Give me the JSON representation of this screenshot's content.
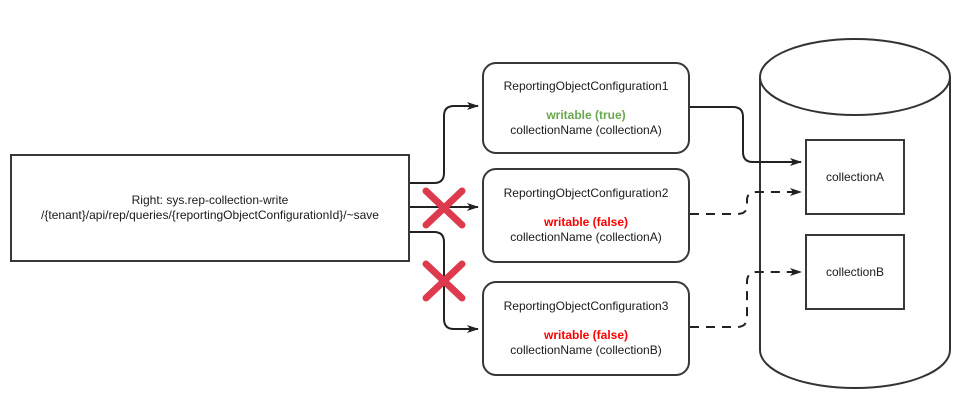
{
  "source_box": {
    "line1": "Right: sys.rep-collection-write",
    "line2": "/{tenant}/api/rep/queries/{reportingObjectConfigurationId}/~save"
  },
  "configs": [
    {
      "title": "ReportingObjectConfiguration1",
      "writable": "writable (true)",
      "collection": "collectionName (collectionA)"
    },
    {
      "title": "ReportingObjectConfiguration2",
      "writable": "writable (false)",
      "collection": "collectionName (collectionA)"
    },
    {
      "title": "ReportingObjectConfiguration3",
      "writable": "writable (false)",
      "collection": "collectionName (collectionB)"
    }
  ],
  "database": {
    "collections": [
      "collectionA",
      "collectionB"
    ]
  },
  "colors": {
    "writable_true": "#6aa84f",
    "writable_false": "#ff0000",
    "x_mark": "#dd3b4d",
    "stroke": "#333333"
  }
}
